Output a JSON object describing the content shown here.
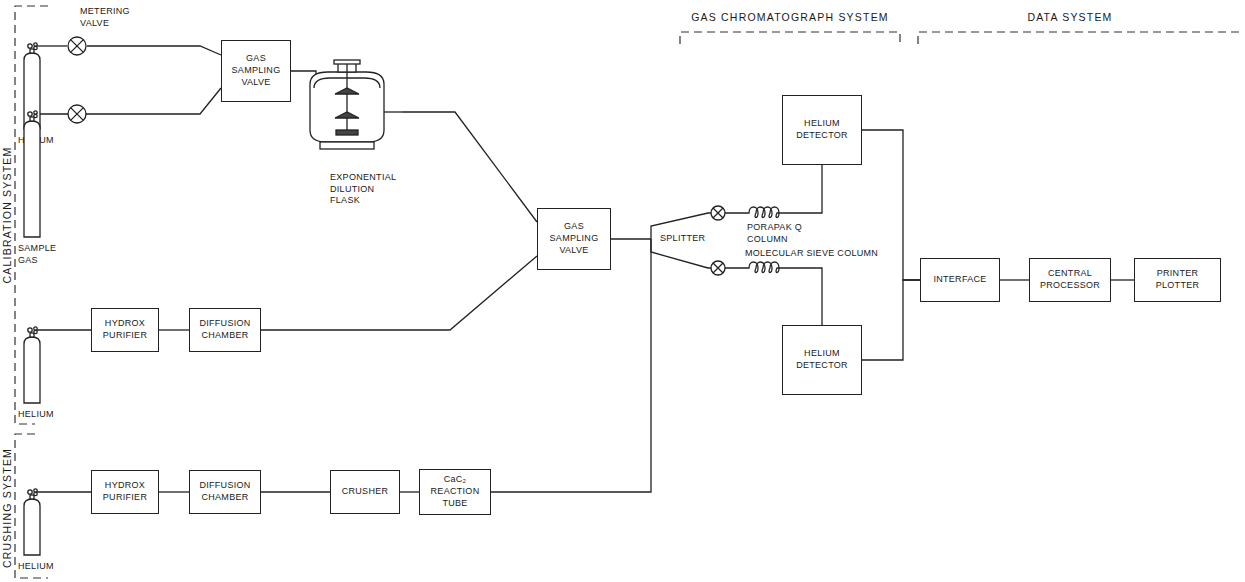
{
  "diagram": {
    "nodes": [
      {
        "text": [
          "HELIUM"
        ]
      },
      {
        "text": [
          "METERING VALVE"
        ]
      },
      {
        "text": [
          "SAMPLE GAS"
        ]
      },
      {
        "text": [
          "GAS SAMPLING VALVE"
        ]
      },
      {
        "text": [
          "EXPONENTIAL DILUTION FLASK"
        ]
      },
      {
        "text": [
          "HELIUM"
        ]
      },
      {
        "text": [
          "HYDROX PURIFIER"
        ]
      },
      {
        "text": [
          "DIFFUSION CHAMBER"
        ]
      },
      {
        "text": [
          "GAS SAMPLING VALVE"
        ]
      },
      {
        "text": [
          "HELIUM"
        ]
      },
      {
        "text": [
          "HYDROX PURIFIER"
        ]
      },
      {
        "text": [
          "DIFFUSION CHAMBER"
        ]
      },
      {
        "text": [
          "CRUSHER"
        ]
      },
      {
        "text": [
          "CaC₂ REACTION TUBE"
        ]
      },
      {
        "text": [
          "SPLITTER"
        ]
      },
      {
        "text": [
          "PORAPAK Q COLUMN"
        ]
      },
      {
        "text": [
          "MOLECULAR SIEVE COLUMN"
        ]
      },
      {
        "text": [
          "HELIUM DETECTOR"
        ]
      },
      {
        "text": [
          "HELIUM DETECTOR"
        ]
      },
      {
        "text": [
          "INTERFACE"
        ]
      },
      {
        "text": [
          "CENTRAL PROCESSOR"
        ]
      },
      {
        "text": [
          "PRINTER PLOTTER"
        ]
      }
    ],
    "edges": [
      {
        "from": 0,
        "to": 1,
        "arrow": "none"
      },
      {
        "from": 1,
        "to": 3,
        "arrow": "none"
      },
      {
        "from": 2,
        "to": 3,
        "arrow": "none"
      },
      {
        "from": 3,
        "to": 4,
        "arrow": "none"
      },
      {
        "from": 4,
        "to": 8,
        "arrow": "none"
      },
      {
        "from": 5,
        "to": 6,
        "arrow": "none"
      },
      {
        "from": 6,
        "to": 7,
        "arrow": "none"
      },
      {
        "from": 7,
        "to": 8,
        "arrow": "none"
      },
      {
        "from": 8,
        "to": 14,
        "arrow": "none"
      },
      {
        "from": 9,
        "to": 10,
        "arrow": "none"
      },
      {
        "from": 10,
        "to": 11,
        "arrow": "none"
      },
      {
        "from": 11,
        "to": 12,
        "arrow": "none"
      },
      {
        "from": 12,
        "to": 13,
        "arrow": "none"
      },
      {
        "from": 13,
        "to": 14,
        "arrow": "none"
      },
      {
        "from": 14,
        "to": 15,
        "arrow": "none"
      },
      {
        "from": 14,
        "to": 16,
        "arrow": "none"
      },
      {
        "from": 15,
        "to": 17,
        "arrow": "none"
      },
      {
        "from": 16,
        "to": 18,
        "arrow": "none"
      },
      {
        "from": 17,
        "to": 19,
        "arrow": "none"
      },
      {
        "from": 18,
        "to": 19,
        "arrow": "none"
      },
      {
        "from": 19,
        "to": 20,
        "arrow": "none"
      },
      {
        "from": 20,
        "to": 21,
        "arrow": "none"
      }
    ],
    "labels": [
      "CALIBRATION SYSTEM",
      "CRUSHING SYSTEM",
      "GAS CHROMATOGRAPH SYSTEM",
      "DATA SYSTEM"
    ]
  }
}
